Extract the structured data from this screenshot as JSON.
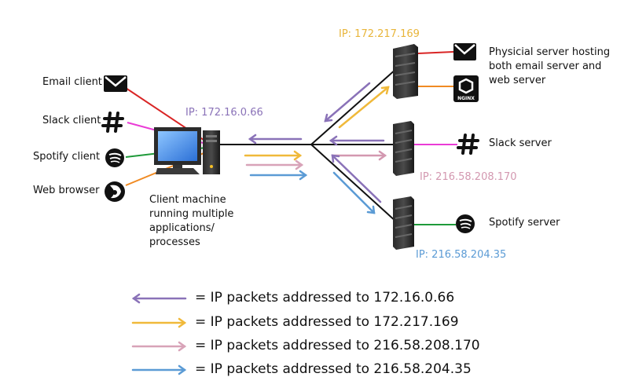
{
  "clients": {
    "email": "Email client",
    "slack": "Slack client",
    "spotify": "Spotify client",
    "web": "Web browser"
  },
  "client_machine": {
    "ip": "IP: 172.16.0.66",
    "caption": [
      "Client machine",
      "running multiple",
      "applications/",
      "processes"
    ]
  },
  "servers": {
    "physical": {
      "ip": "IP: 172.217.169",
      "caption": [
        "Physicial server hosting",
        "both email server and",
        "web server"
      ],
      "nginx_text": "NGINX"
    },
    "slack": {
      "ip": "IP: 216.58.208.170",
      "caption": "Slack server"
    },
    "spotify": {
      "ip": "IP: 216.58.204.35",
      "caption": "Spotify server"
    }
  },
  "legend": [
    {
      "text": "= IP packets addressed to 172.16.0.66",
      "color": "#8a72b8",
      "direction": "left"
    },
    {
      "text": "= IP packets addressed to 172.217.169",
      "color": "#f0b93a",
      "direction": "right"
    },
    {
      "text": "= IP packets addressed to 216.58.208.170",
      "color": "#d8a3b8",
      "direction": "right"
    },
    {
      "text": "= IP packets addressed to 216.58.204.35",
      "color": "#5b9bd5",
      "direction": "right"
    }
  ],
  "colors": {
    "email": "#d92525",
    "slack": "#ea3bd6",
    "spotify": "#1f9a3a",
    "web": "#f08a22",
    "ip_client": "#8a72b8",
    "ip_physical": "#e8b53a",
    "ip_slack": "#d398b0",
    "ip_spotify": "#5b9bd5"
  }
}
